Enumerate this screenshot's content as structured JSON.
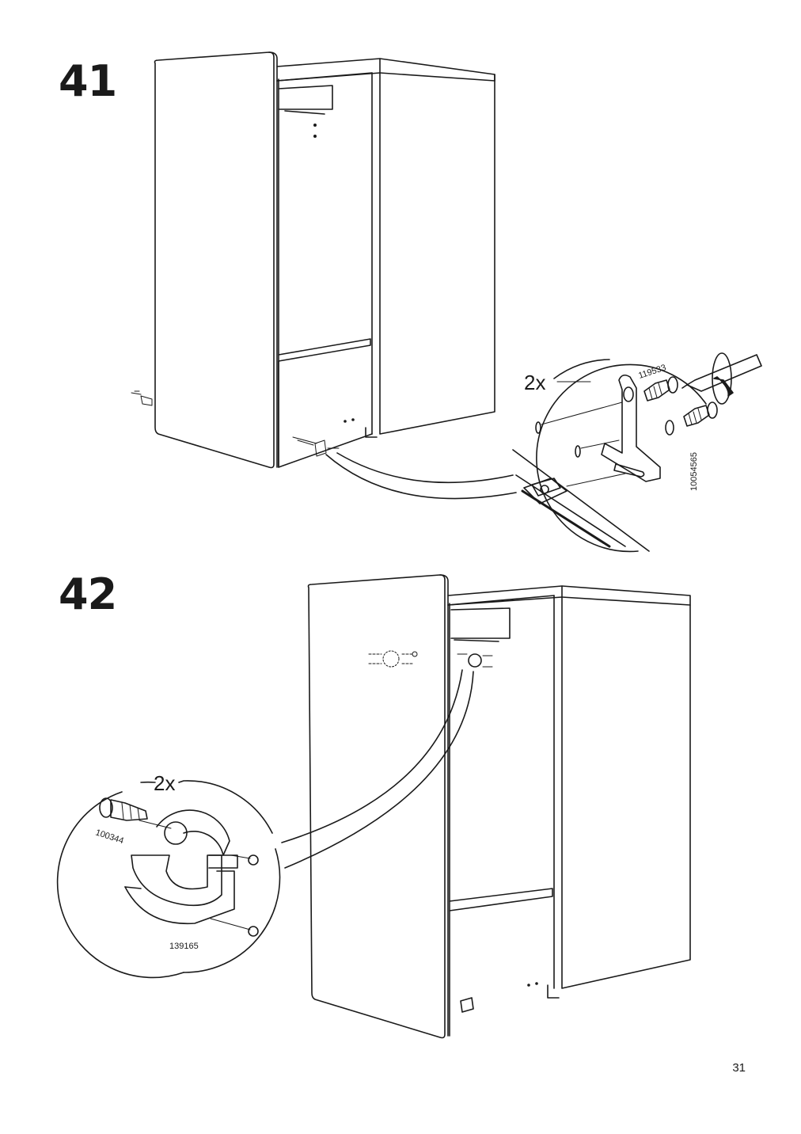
{
  "steps": [
    {
      "number": "41",
      "detail": {
        "quantity": "2x",
        "part_screw": "119533",
        "part_bracket": "10054565"
      }
    },
    {
      "number": "42",
      "detail": {
        "quantity": "2x",
        "part_screw": "100344",
        "part_cap": "139165"
      }
    }
  ],
  "page_number": "31",
  "icons": [
    "screw-icon",
    "screwdriver-icon",
    "rotate-arrow-icon",
    "bracket-icon",
    "cam-cover-icon"
  ]
}
